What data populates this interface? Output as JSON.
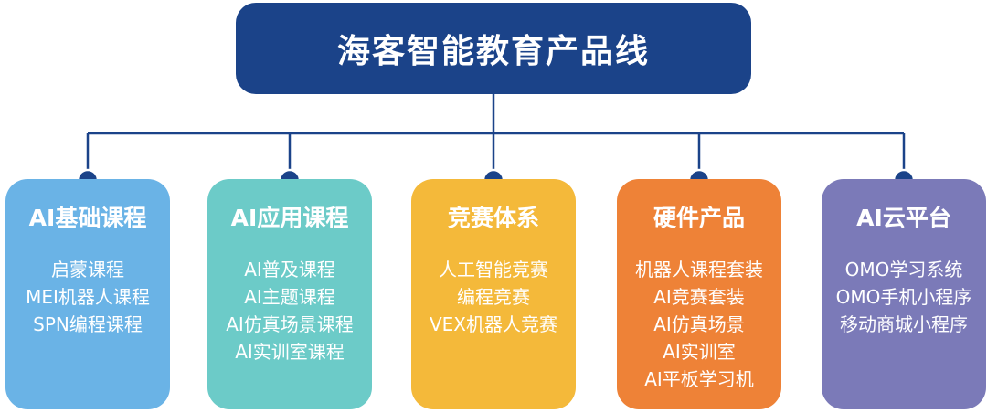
{
  "root": {
    "title": "海客智能教育产品线",
    "color": "#1b4389"
  },
  "connector_color": "#1b4389",
  "categories": [
    {
      "title": "AI基础课程",
      "color": "#6ab3e6",
      "items": [
        "启蒙课程",
        "MEI机器人课程",
        "SPN编程课程"
      ]
    },
    {
      "title": "AI应用课程",
      "color": "#6ccbc8",
      "items": [
        "AI普及课程",
        "AI主题课程",
        "AI仿真场景课程",
        "AI实训室课程"
      ]
    },
    {
      "title": "竞赛体系",
      "color": "#f4b93a",
      "items": [
        "人工智能竞赛",
        "编程竞赛",
        "VEX机器人竞赛"
      ]
    },
    {
      "title": "硬件产品",
      "color": "#ee8237",
      "items": [
        "机器人课程套装",
        "AI竞赛套装",
        "AI仿真场景",
        "AI实训室",
        "AI平板学习机"
      ]
    },
    {
      "title": "AI云平台",
      "color": "#7b7ab8",
      "items": [
        "OMO学习系统",
        "OMO手机小程序",
        "移动商城小程序"
      ]
    }
  ]
}
